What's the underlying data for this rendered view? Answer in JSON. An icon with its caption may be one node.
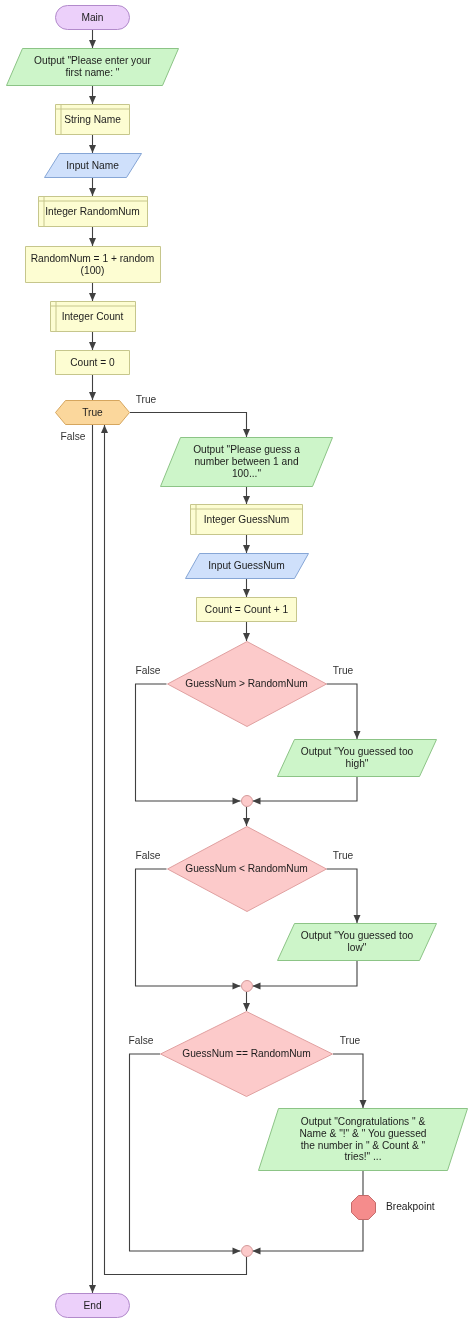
{
  "diagram": {
    "nodes": [
      {
        "text": [
          "Main"
        ]
      },
      {
        "text": [
          "Output \"Please enter your first name: \""
        ]
      },
      {
        "text": [
          "String Name"
        ]
      },
      {
        "text": [
          "Input Name"
        ]
      },
      {
        "text": [
          "Integer RandomNum"
        ]
      },
      {
        "text": [
          "RandomNum = 1 + random (100)"
        ]
      },
      {
        "text": [
          "Integer Count"
        ]
      },
      {
        "text": [
          "Count = 0"
        ]
      },
      {
        "text": [
          "True"
        ]
      },
      {
        "text": [
          "Output \"Please guess a number between 1 and 100...\""
        ]
      },
      {
        "text": [
          "Integer GuessNum"
        ]
      },
      {
        "text": [
          "Input GuessNum"
        ]
      },
      {
        "text": [
          "Count = Count + 1"
        ]
      },
      {
        "text": [
          "GuessNum > RandomNum"
        ]
      },
      {
        "text": [
          "Output \"You guessed too high\""
        ]
      },
      {
        "text": [],
        "shape": "circle"
      },
      {
        "text": [
          "GuessNum < RandomNum"
        ]
      },
      {
        "text": [
          "Output \"You guessed too low\""
        ]
      },
      {
        "text": [],
        "shape": "circle"
      },
      {
        "text": [
          "GuessNum == RandomNum"
        ]
      },
      {
        "text": [
          "Output \"Congratulations \" & Name & \"!\" & \" You guessed the number in \" & Count & \" tries!\" ..."
        ]
      },
      {
        "text": [],
        "shape": "octagon",
        "beside": [
          "Breakpoint"
        ]
      },
      {
        "text": [],
        "shape": "circle"
      },
      {
        "text": [
          "End"
        ]
      }
    ],
    "edges": [
      {
        "from": 0,
        "to": 1,
        "arrow": "to"
      },
      {
        "from": 1,
        "to": 2,
        "arrow": "to"
      },
      {
        "from": 2,
        "to": 3,
        "arrow": "to"
      },
      {
        "from": 3,
        "to": 4,
        "arrow": "to"
      },
      {
        "from": 4,
        "to": 5,
        "arrow": "to"
      },
      {
        "from": 5,
        "to": 6,
        "arrow": "to"
      },
      {
        "from": 6,
        "to": 7,
        "arrow": "to"
      },
      {
        "from": 7,
        "to": 8,
        "arrow": "to"
      },
      {
        "from": 8,
        "to": 9,
        "arrow": "to",
        "label": "True"
      },
      {
        "from": 8,
        "to": 23,
        "arrow": "to",
        "label": "False"
      },
      {
        "from": 9,
        "to": 10,
        "arrow": "to"
      },
      {
        "from": 10,
        "to": 11,
        "arrow": "to"
      },
      {
        "from": 11,
        "to": 12,
        "arrow": "to"
      },
      {
        "from": 12,
        "to": 13,
        "arrow": "to"
      },
      {
        "from": 13,
        "to": 14,
        "arrow": "to",
        "label": "True"
      },
      {
        "from": 13,
        "to": 15,
        "arrow": "to",
        "label": "False"
      },
      {
        "from": 14,
        "to": 15,
        "arrow": "to"
      },
      {
        "from": 15,
        "to": 16,
        "arrow": "to"
      },
      {
        "from": 16,
        "to": 17,
        "arrow": "to",
        "label": "True"
      },
      {
        "from": 16,
        "to": 18,
        "arrow": "to",
        "label": "False"
      },
      {
        "from": 17,
        "to": 18,
        "arrow": "to"
      },
      {
        "from": 18,
        "to": 19,
        "arrow": "to"
      },
      {
        "from": 19,
        "to": 20,
        "arrow": "to",
        "label": "True"
      },
      {
        "from": 19,
        "to": 22,
        "arrow": "to",
        "label": "False"
      },
      {
        "from": 20,
        "to": 21,
        "arrow": "none"
      },
      {
        "from": 21,
        "to": 22,
        "arrow": "to"
      },
      {
        "from": 22,
        "to": 8,
        "arrow": "to"
      }
    ]
  }
}
